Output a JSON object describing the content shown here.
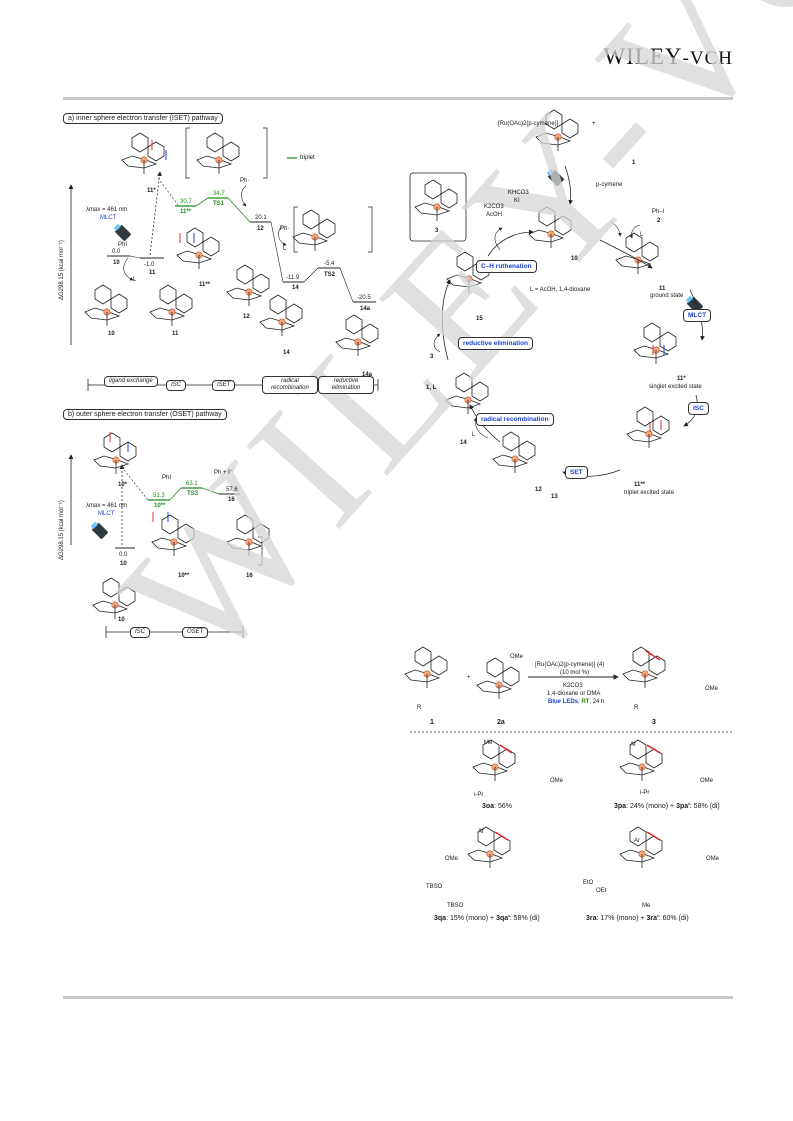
{
  "header": {
    "publisher_main": "WILEY",
    "publisher_sub": "-VCH"
  },
  "watermark": "WILEY-VCH",
  "panel_a": {
    "title": "a) inner sphere electron transfer (ISET) pathway",
    "axis_label": "ΔG298.15 (kcal mol⁻¹)",
    "legend": "triplet",
    "excitation": "λmax = 461 nm",
    "mlct": "MLCT",
    "levels": [
      {
        "id": "10",
        "energy": "0.0"
      },
      {
        "id": "11",
        "energy": "-1.0"
      },
      {
        "id": "11**",
        "energy": "30.7"
      },
      {
        "id": "TS1",
        "energy": "34.7"
      },
      {
        "id": "12",
        "energy": "20.1"
      },
      {
        "id": "14",
        "energy": "-11.9"
      },
      {
        "id": "TS2",
        "energy": "-5.4"
      },
      {
        "id": "14a",
        "energy": "-20.5"
      }
    ],
    "labels": {
      "phi": "PhI",
      "ph": "Ph·",
      "L": "L",
      "star": "11*"
    },
    "phases": [
      "ligand exchange",
      "ISC",
      "ISET",
      "radical recombination",
      "reductive elimination"
    ]
  },
  "panel_b": {
    "title": "b) outer sphere electron transfer (OSET) pathway",
    "axis_label": "ΔG298.15 (kcal mol⁻¹)",
    "excitation": "λmax = 461 nm",
    "mlct": "MLCT",
    "levels": [
      {
        "id": "10",
        "energy": "0.0"
      },
      {
        "id": "10**",
        "energy": "51.3"
      },
      {
        "id": "TS3",
        "energy": "63.1"
      },
      {
        "id": "16",
        "energy": "57.6"
      }
    ],
    "labels": {
      "phi": "PhI",
      "products": "Ph + I⁻",
      "star": "10*"
    },
    "phases": [
      "ISC",
      "OSET"
    ]
  },
  "cycle": {
    "catalyst": "[Ru(OAc)2(p-cymene)]",
    "plus": "+",
    "substrate": "1",
    "released": "p-cymene",
    "phi": "Ph–I",
    "phi_num": "2",
    "ligand_def": "L = AcOH, 1,4-dioxane",
    "boxed_compound": "3",
    "reagents": [
      "K2CO3",
      "AcOH"
    ],
    "byproducts": [
      "KHCO3",
      "KI"
    ],
    "steps": [
      "C–H ruthenation",
      "MLCT",
      "ISC",
      "SET",
      "radical recombination",
      "reductive elimination"
    ],
    "species": [
      {
        "id": "10",
        "desc": ""
      },
      {
        "id": "11",
        "desc": "ground state"
      },
      {
        "id": "11*",
        "desc": "singlet excited state"
      },
      {
        "id": "11**",
        "desc": "triplet excited state"
      },
      {
        "id": "12",
        "desc": ""
      },
      {
        "id": "13",
        "desc": ""
      },
      {
        "id": "14",
        "desc": ""
      },
      {
        "id": "15",
        "desc": ""
      }
    ],
    "product_3": "3",
    "returns": "1, L",
    "L": "L"
  },
  "reaction": {
    "reactant_1": "1",
    "reactant_2": "2a",
    "plus": "+",
    "ome": "OMe",
    "R": "R",
    "conditions": [
      "[Ru(OAc)2(p-cymene)] (4)",
      "(10 mol %)",
      "K2CO3",
      "1,4-dioxane or DMA"
    ],
    "light": "Blue LEDs",
    "rt": "RT",
    "time": "24 h",
    "product": "3",
    "products": [
      {
        "label": "3oa",
        "yield": ": 56%",
        "sub": "i-Pr",
        "ring": "Me"
      },
      {
        "label": "3pa",
        "yield": ": 24% (mono) + ",
        "label2": "3pa'",
        "yield2": ": 58% (di)",
        "sub": "i-Pr",
        "ring": "Ar"
      },
      {
        "label": "3qa",
        "yield": ": 15% (mono) + ",
        "label2": "3qa'",
        "yield2": ": 58% (di)",
        "sub1": "TBSO",
        "sub2": "TBSO",
        "ring": "Ar"
      },
      {
        "label": "3ra",
        "yield": ": 17% (mono) + ",
        "label2": "3ra'",
        "yield2": ": 60% (di)",
        "sub1": "EtO",
        "sub2": "OEt",
        "sub3": "Me",
        "ring": "Ar"
      }
    ]
  }
}
